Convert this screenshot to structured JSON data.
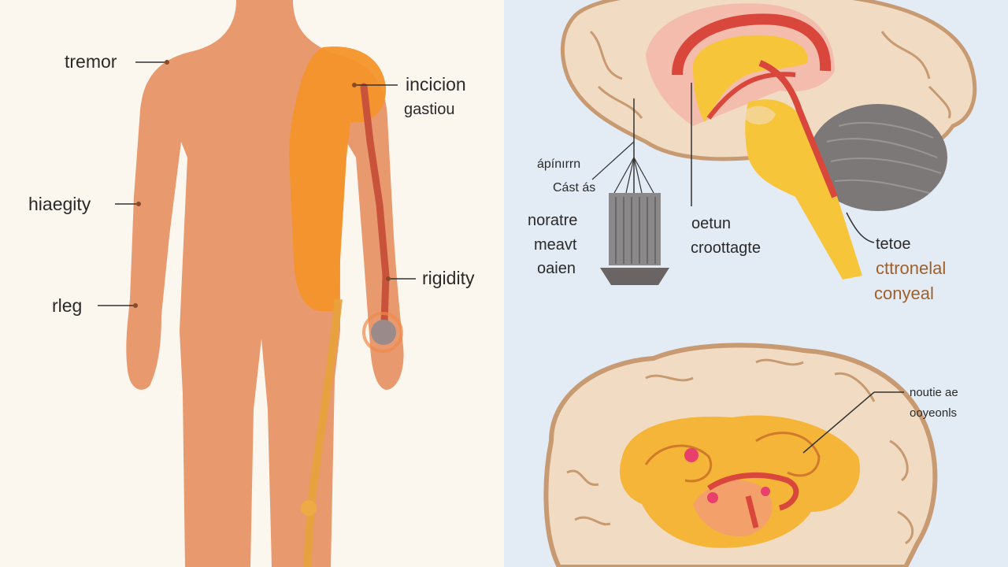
{
  "labels": {
    "tremor": "tremor",
    "incision": "incicion",
    "gastion": "gastiou",
    "rigidity_left": "hiaegity",
    "rigidity_right": "rigidity",
    "leg": "rleg",
    "device_caption_1": "ápínırrn",
    "device_caption_2": "Cást ás",
    "device_name_1": "noratre",
    "device_name_2": "meavt",
    "device_name_3": "oaien",
    "brain_label_1": "oetun",
    "brain_label_2": "croottagte",
    "brain_label_3": "tetoe",
    "brain_label_4": "cttronelal",
    "brain_label_5": "conyeal",
    "bottom_label_1": "noutie ae",
    "bottom_label_2": "ooyeonls"
  },
  "colors": {
    "body": "#e8996e",
    "highlight": "#f4942a",
    "brain_outline": "#c79a72",
    "brain_fill": "#f1dcc3",
    "yellow": "#f7c53a",
    "red": "#d9473c",
    "cerebellum": "#7d7878"
  }
}
